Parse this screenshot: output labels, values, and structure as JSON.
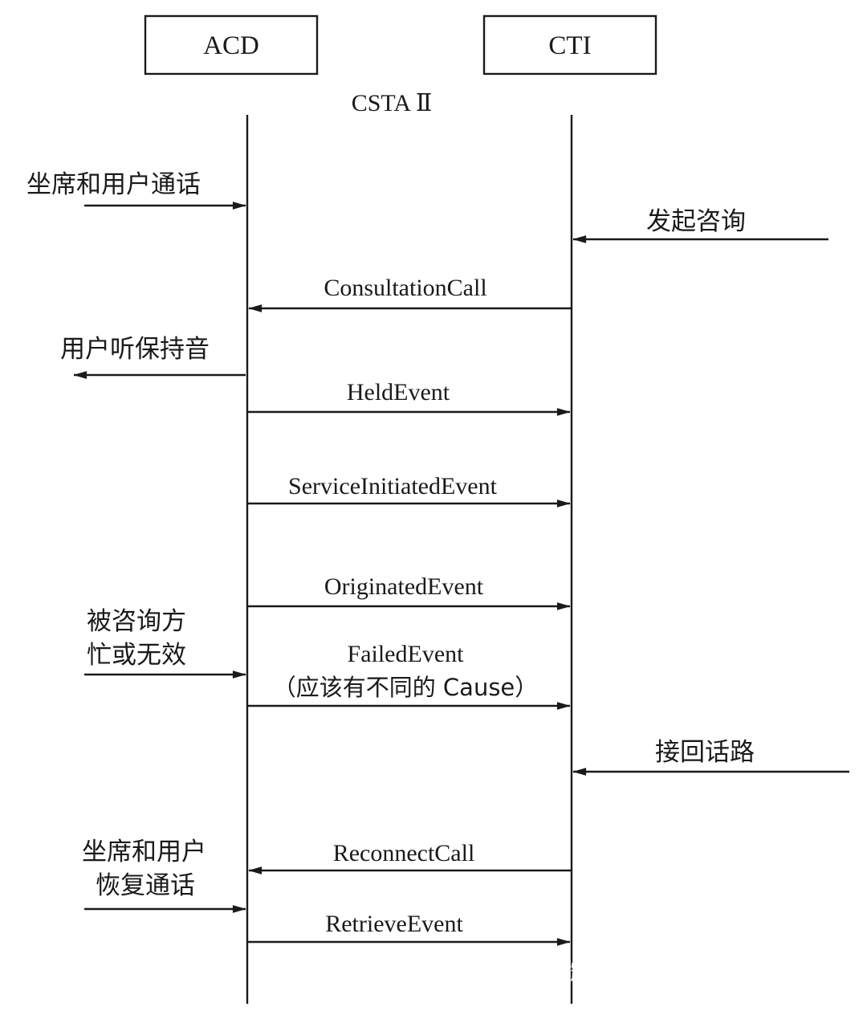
{
  "entities": {
    "acd": "ACD",
    "cti": "CTI"
  },
  "protocol": "CSTA Ⅱ",
  "side_notes": {
    "agent_user_talking": "坐席和用户通话",
    "initiate_consult": "发起咨询",
    "user_hears_hold": "用户听保持音",
    "consulted_busy_line1": "被咨询方",
    "consulted_busy_line2": "忙或无效",
    "reconnect_path": "接回话路",
    "resume_line1": "坐席和用户",
    "resume_line2": "恢复通话"
  },
  "messages": {
    "consultation_call": "ConsultationCall",
    "held_event": "HeldEvent",
    "service_initiated_event": "ServiceInitiatedEvent",
    "originated_event": "OriginatedEvent",
    "failed_event": "FailedEvent",
    "failed_event_note": "（应该有不同的 Cause）",
    "reconnect_call": "ReconnectCall",
    "retrieve_event": "RetrieveEvent"
  },
  "watermark": "微信号: chenxiaohuan_web"
}
